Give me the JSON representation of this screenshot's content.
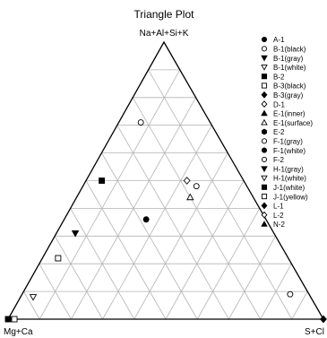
{
  "chart_data": {
    "type": "scatter",
    "subtype": "ternary",
    "title": "Triangle Plot",
    "vertex_labels": {
      "top": "Na+Al+Si+K",
      "left": "Mg+Ca",
      "right": "S+Cl"
    },
    "grid": true,
    "grid_step": 0.1,
    "legend_position": "right",
    "colors": {
      "marker": "#000000",
      "grid": "#b4b4b4",
      "frame": "#000000"
    },
    "series": [
      {
        "name": "A-1",
        "marker": "circle-filled",
        "points": [
          [
            0.36,
            0.38,
            0.26
          ]
        ]
      },
      {
        "name": "B-1(black)",
        "marker": "circle-open",
        "points": [
          [
            0.71,
            0.22,
            0.07
          ]
        ]
      },
      {
        "name": "B-1(gray)",
        "marker": "triangle-down-filled",
        "points": [
          [
            0.31,
            0.63,
            0.06
          ]
        ]
      },
      {
        "name": "B-1(white)",
        "marker": "triangle-down-open",
        "points": [
          [
            0.08,
            0.88,
            0.04
          ]
        ]
      },
      {
        "name": "B-2",
        "marker": "square-filled",
        "points": [
          [
            0.5,
            0.45,
            0.05
          ],
          [
            0.0,
            1.0,
            0.0
          ]
        ]
      },
      {
        "name": "B-3(black)",
        "marker": "square-open",
        "points": [
          [
            0.22,
            0.73,
            0.05
          ],
          [
            0.0,
            0.98,
            0.02
          ]
        ]
      },
      {
        "name": "B-3(gray)",
        "marker": "diamond-filled",
        "points": [
          [
            0.0,
            0.0,
            1.0
          ]
        ]
      },
      {
        "name": "D-1",
        "marker": "diamond-open",
        "points": [
          [
            0.5,
            0.18,
            0.32
          ]
        ]
      },
      {
        "name": "E-1(inner)",
        "marker": "triangle-up-filled",
        "points": []
      },
      {
        "name": "E-1(surface)",
        "marker": "triangle-up-open",
        "points": [
          [
            0.44,
            0.2,
            0.36
          ]
        ]
      },
      {
        "name": "E-2",
        "marker": "hexagon-filled",
        "points": []
      },
      {
        "name": "F-1(gray)",
        "marker": "circle-open",
        "points": [
          [
            0.09,
            0.06,
            0.85
          ]
        ]
      },
      {
        "name": "F-1(white)",
        "marker": "circle-filled",
        "points": []
      },
      {
        "name": "F-2",
        "marker": "circle-open",
        "points": [
          [
            0.48,
            0.16,
            0.36
          ]
        ]
      },
      {
        "name": "H-1(gray)",
        "marker": "triangle-down-filled",
        "points": []
      },
      {
        "name": "H-1(white)",
        "marker": "triangle-down-open",
        "points": []
      },
      {
        "name": "J-1(white)",
        "marker": "square-filled",
        "points": []
      },
      {
        "name": "J-1(yellow)",
        "marker": "square-open",
        "points": []
      },
      {
        "name": "L-1",
        "marker": "diamond-filled",
        "points": []
      },
      {
        "name": "L-2",
        "marker": "diamond-open",
        "points": []
      },
      {
        "name": "N-2",
        "marker": "triangle-up-filled",
        "points": []
      }
    ]
  }
}
